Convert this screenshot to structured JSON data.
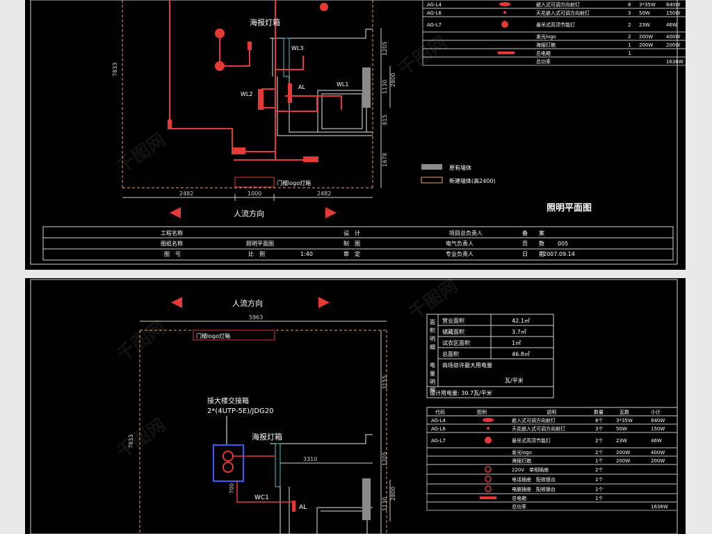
{
  "top": {
    "legend_rows": [
      {
        "code": "AG-L4",
        "desc": "嵌入式可调方向射灯",
        "qty": "8",
        "watt": "3*35W",
        "total": "840W"
      },
      {
        "code": "AG-L6",
        "desc": "天花嵌入式可调方向射灯",
        "qty": "3",
        "watt": "50W",
        "total": "150W"
      },
      {
        "code": "AG-L7",
        "desc": "悬吊式高顶节能灯",
        "qty": "2",
        "watt": "23W",
        "total": "46W"
      },
      {
        "code": "",
        "desc": "发光logo",
        "qty": "2",
        "watt": "200W",
        "total": "400W"
      },
      {
        "code": "",
        "desc": "海报灯箱",
        "qty": "1",
        "watt": "200W",
        "total": "200W"
      },
      {
        "code": "",
        "desc": "总电箱",
        "qty": "1",
        "watt": "",
        "total": ""
      },
      {
        "code": "",
        "desc": "总功率",
        "qty": "",
        "watt": "",
        "total": "1636W"
      }
    ],
    "labels": {
      "poster_box": "海报灯箱",
      "wl3": "WL3",
      "wl2": "WL2",
      "wl1": "WL1",
      "al": "AL",
      "door_logo": "门楣logo灯箱",
      "flow": "人流方向",
      "title": "照明平面图"
    },
    "dims": {
      "left": "2482",
      "mid": "1000",
      "right": "2482",
      "v_left": "7833",
      "v1": "1205",
      "v2": "1130",
      "v3": "815",
      "v4": "1678",
      "v5": "2800"
    },
    "wall_legend": {
      "existing": "原有墙体",
      "new": "新建墙体(高2400)"
    },
    "title_block": {
      "r1": [
        "工程名称",
        "",
        "设　计",
        "",
        "项目总负责人",
        "",
        "备　　案",
        ""
      ],
      "r2": [
        "图纸名称",
        "照明平面图",
        "制　图",
        "",
        "电气负责人",
        "",
        "页　　数",
        "005"
      ],
      "r3": [
        "图　号",
        "比　例",
        "1:40",
        "审　定",
        "",
        "专业负责人",
        "",
        "日　　期",
        "2007.09.14"
      ]
    }
  },
  "bottom": {
    "flow": "人流方向",
    "dim_top": "5963",
    "door_logo": "门楣logo灯箱",
    "v_left": "7833",
    "v_right_1": "3155",
    "v_right_2": "1205",
    "v_right_3": "2800",
    "v_right_4": "1130",
    "exchange_1": "接大楼交接箱",
    "exchange_2": "2*(4UTP-5E)/JDG20",
    "poster_box": "海报灯箱",
    "dim_3310": "3310",
    "dim_700": "700",
    "wc1": "WC1",
    "al": "AL",
    "area": {
      "side_label": "面积明细",
      "rows": [
        {
          "label": "营业面积",
          "value": "42.1㎡"
        },
        {
          "label": "储藏面积",
          "value": "3.7㎡"
        },
        {
          "label": "试衣区面积",
          "value": "1㎡"
        },
        {
          "label": "总面积",
          "value": "46.8㎡"
        }
      ]
    },
    "power": {
      "side_label": "电量明细",
      "line1": "商场容许最大用电量",
      "line2": "瓦/平米",
      "design": "设计用电量: 30.7瓦/平米"
    },
    "legend_header": [
      "代码",
      "图例",
      "说明",
      "数量",
      "瓦数",
      "小计"
    ],
    "legend_rows": [
      {
        "code": "AG-L4",
        "desc": "嵌入式可调方向射灯",
        "qty": "8个",
        "watt": "3*35W",
        "total": "840W"
      },
      {
        "code": "AG-L6",
        "desc": "天花嵌入式可调方向射灯",
        "qty": "3个",
        "watt": "50W",
        "total": "150W"
      },
      {
        "code": "AG-L7",
        "desc": "悬吊式高顶节能灯",
        "qty": "2个",
        "watt": "23W",
        "total": "46W"
      },
      {
        "code": "",
        "desc": "发光logo",
        "qty": "2个",
        "watt": "200W",
        "total": "400W"
      },
      {
        "code": "",
        "desc": "海报灯箱",
        "qty": "1个",
        "watt": "200W",
        "total": "200W"
      },
      {
        "code": "",
        "desc": "220V　单相插座",
        "qty": "2个",
        "watt": "",
        "total": ""
      },
      {
        "code": "",
        "desc": "电话插座　配收银台",
        "qty": "1个",
        "watt": "",
        "total": ""
      },
      {
        "code": "",
        "desc": "电脑插座　配收银台",
        "qty": "1个",
        "watt": "",
        "total": ""
      },
      {
        "code": "",
        "desc": "总电箱",
        "qty": "1个",
        "watt": "",
        "total": ""
      },
      {
        "code": "",
        "desc": "总功率",
        "qty": "",
        "watt": "",
        "total": "1636W"
      }
    ]
  }
}
